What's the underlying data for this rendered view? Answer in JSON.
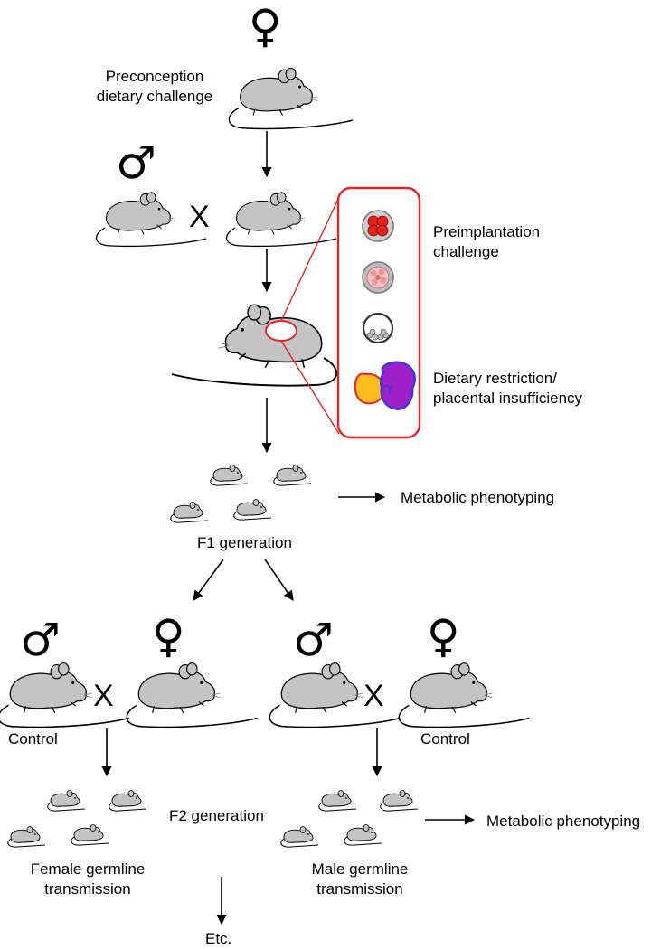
{
  "symbols": {
    "female": "♀",
    "male": "♂",
    "cross": "X"
  },
  "labels": {
    "preconception": "Preconception\ndietary challenge",
    "preimplantation": "Preimplantation\nchallenge",
    "dietary_restriction": "Dietary restriction/\nplacental insufficiency",
    "metabolic_phenotyping_f1": "Metabolic phenotyping",
    "f1_generation": "F1 generation",
    "control_left": "Control",
    "control_right": "Control",
    "f2_generation": "F2 generation",
    "metabolic_phenotyping_f2": "Metabolic phenotyping",
    "female_germline": "Female germline\ntransmission",
    "male_germline": "Male germline\ntransmission",
    "etc": "Etc."
  },
  "colors": {
    "mouse_fill": "#c4c4c4",
    "callout_border": "#e0262b",
    "embryo_red": "#e8201c",
    "morula_pink": "#e89a9a",
    "placenta_yellow": "#ffbe1e",
    "placenta_purple": "#a020c8",
    "placenta_blue": "#3a3ad8"
  }
}
